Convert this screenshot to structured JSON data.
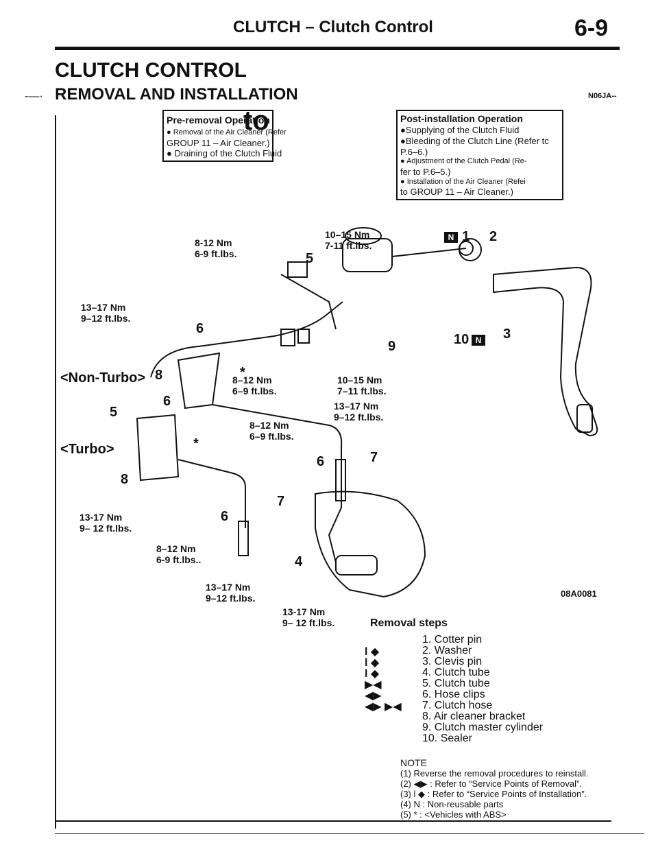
{
  "header": {
    "section_title": "CLUTCH – Clutch Control",
    "page_number": "6-9"
  },
  "title": "CLUTCH CONTROL",
  "subtitle": "REMOVAL AND INSTALLATION",
  "section_code": "N06JA--",
  "pre_removal": {
    "heading": "Pre-removal Operation",
    "big_text": "to",
    "lines": [
      "● Removal of the Air Cleaner (Refer",
      "  GROUP 11 – Air Cleaner.)",
      "● Draining of the Clutch Fluid"
    ]
  },
  "post_installation": {
    "heading": "Post-installation Operation",
    "lines": [
      "●Supplying of the Clutch Fluid",
      "●Bleeding of the Clutch Line (Refer tc",
      "  P.6–6.)",
      "● Adjustment of the Clutch Pedal (Re-",
      "  fer to P.6–5.)",
      "● Installation of the Air Cleaner (Refei",
      "  to GROUP 11 – Air Cleaner.)"
    ]
  },
  "torques": {
    "t1": {
      "nm": "8-12 Nm",
      "lb": "6-9 ft.lbs."
    },
    "t2": {
      "nm": "10–15 Nm",
      "lb": "7-11 ft.lbs."
    },
    "t3": {
      "nm": "13–17 Nm",
      "lb": "9–12 ft.lbs."
    },
    "t4": {
      "nm": "8–12 Nm",
      "lb": "6–9 ft.lbs."
    },
    "t5": {
      "nm": "10–15 Nm",
      "lb": "7–11 ft.lbs."
    },
    "t6": {
      "nm": "13–17 Nm",
      "lb": "9–12 ft.lbs."
    },
    "t7": {
      "nm": "8–12 Nm",
      "lb": "6–9 ft.lbs."
    },
    "t8": {
      "nm": "13-17 Nm",
      "lb": "9– 12 ft.lbs."
    },
    "t9": {
      "nm": "8–12 Nm",
      "lb": "6-9 ft.lbs.."
    },
    "t10": {
      "nm": "13–17 Nm",
      "lb": "9–12 ft.lbs."
    },
    "t11": {
      "nm": "13-17 Nm",
      "lb": "9– 12 ft.lbs."
    }
  },
  "labels": {
    "non_turbo": "<Non-Turbo>",
    "turbo": "<Turbo>",
    "star": "*",
    "n_badge": "N",
    "figure_code": "08A0081"
  },
  "callouts": [
    "1",
    "2",
    "3",
    "4",
    "5",
    "5",
    "6",
    "6",
    "6",
    "6",
    "7",
    "7",
    "8",
    "8",
    "9",
    "10"
  ],
  "removal_steps": {
    "title": "Removal steps",
    "steps": [
      {
        "mark": "",
        "label": "1. Cotter pin"
      },
      {
        "mark": "l  ◆",
        "label": "2. Washer"
      },
      {
        "mark": "l  ◆",
        "label": "3. Clevis pin"
      },
      {
        "mark": "l  ◆",
        "label": "4. Clutch tube"
      },
      {
        "mark": "▶◀",
        "label": "5. Clutch tube"
      },
      {
        "mark": "◀▶",
        "label": "6. Hose clips"
      },
      {
        "mark": "◀▶ ▶◀",
        "label": "7. Clutch hose"
      },
      {
        "mark": "",
        "label": "8. Air cleaner bracket"
      },
      {
        "mark": "",
        "label": "9. Clutch master cylinder"
      },
      {
        "mark": "",
        "label": "10. Sealer"
      }
    ]
  },
  "note": {
    "title": "NOTE",
    "lines": [
      "(1) Reverse the removal procedures to reinstall.",
      "(2) ◀▶ : Refer to “Service Points of Removal”.",
      "(3) l  ◆ : Refer to “Service Points of Installation”.",
      "(4) N : Non-reusable parts",
      "(5) * : <Vehicles with ABS>"
    ]
  }
}
